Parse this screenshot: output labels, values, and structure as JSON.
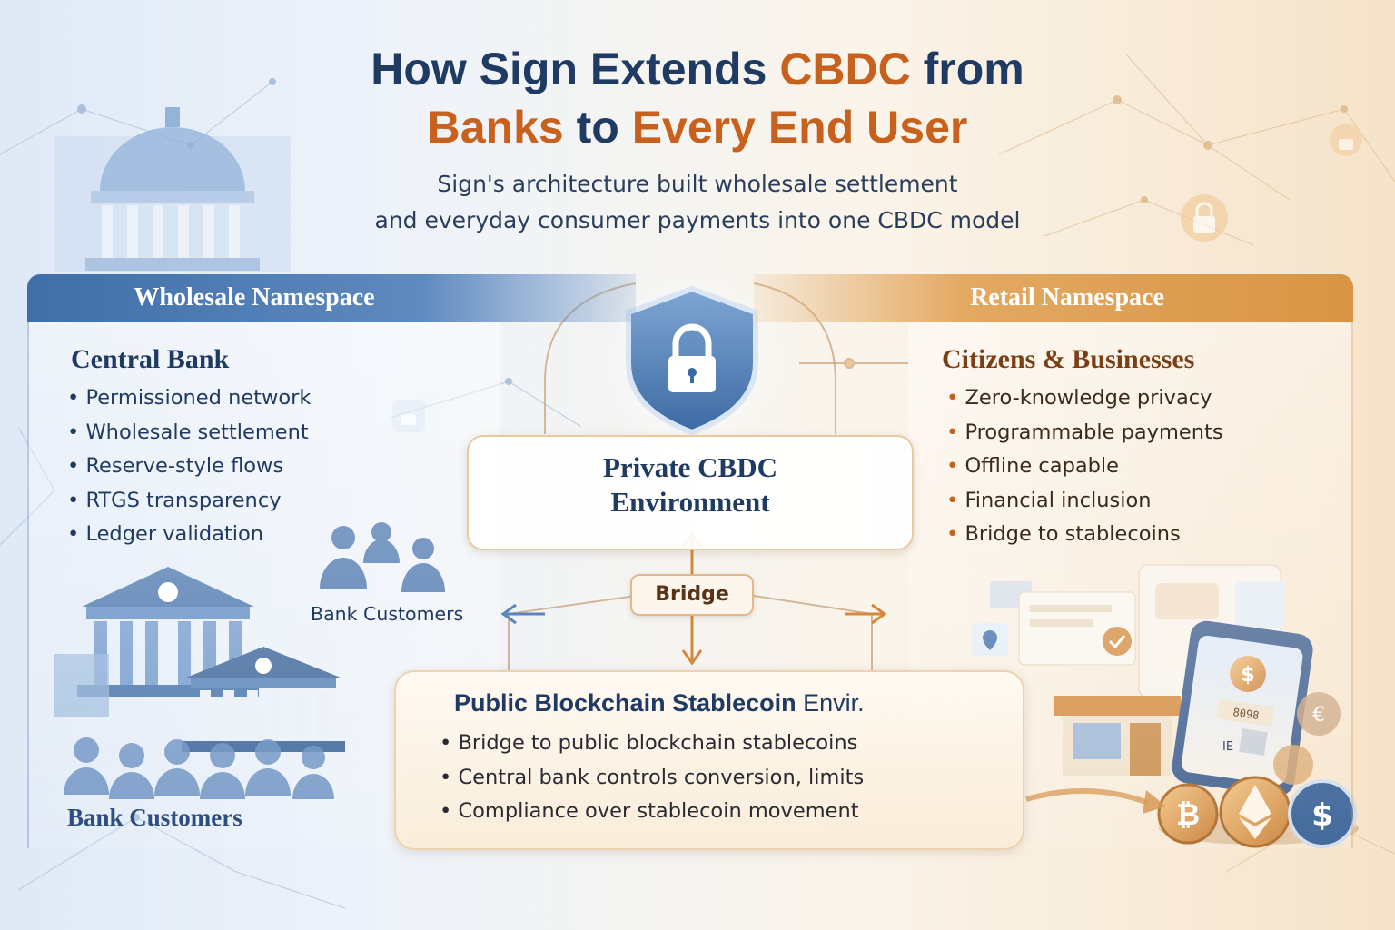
{
  "title": {
    "line1_pre": "How Sign Extends ",
    "line1_accent": "CBDC",
    "line1_post": " from",
    "line2_pre": "Banks",
    "line2_mid": " to ",
    "line2_accent": "Every End User"
  },
  "subtitle": {
    "line1": "Sign's architecture built wholesale settlement",
    "line2": "and everyday consumer payments into one CBDC model"
  },
  "wholesale": {
    "header": "Wholesale Namespace",
    "section_title": "Central Bank",
    "bullets": [
      "Permissioned network",
      "Wholesale settlement",
      "Reserve-style flows",
      "RTGS transparency",
      "Ledger validation"
    ],
    "bank_customers_small": "Bank Customers",
    "bank_customers_large": "Bank Customers"
  },
  "retail": {
    "header": "Retail Namespace",
    "section_title": "Citizens & Businesses",
    "bullets": [
      "Zero-knowledge privacy",
      "Programmable payments",
      "Offline capable",
      "Financial inclusion",
      "Bridge to stablecoins"
    ]
  },
  "center": {
    "line1": "Private CBDC",
    "line2": "Environment",
    "bridge_label": "Bridge"
  },
  "public_env": {
    "title_bold": "Public Blockchain Stablecoin",
    "title_rest": " Envir.",
    "bullets": [
      "Bridge to public blockchain stablecoins",
      "Central bank controls conversion, limits",
      "Compliance over stablecoin movement"
    ]
  },
  "phone": {
    "amount": "8098",
    "label": "IE"
  },
  "icons": [
    "lock-shield-icon",
    "central-bank-icon",
    "bank-building-icon",
    "people-icon",
    "phone-wallet-icon",
    "storefront-icon",
    "bitcoin-coin-icon",
    "ethereum-coin-icon",
    "dollar-coin-icon",
    "euro-coin-icon",
    "padlock-icon",
    "location-pin-icon",
    "checkmark-icon"
  ],
  "colors": {
    "navy": "#1f3a63",
    "orange": "#c8611e",
    "wholesale_blue": "#4f7db5",
    "retail_gold": "#df9f55"
  }
}
